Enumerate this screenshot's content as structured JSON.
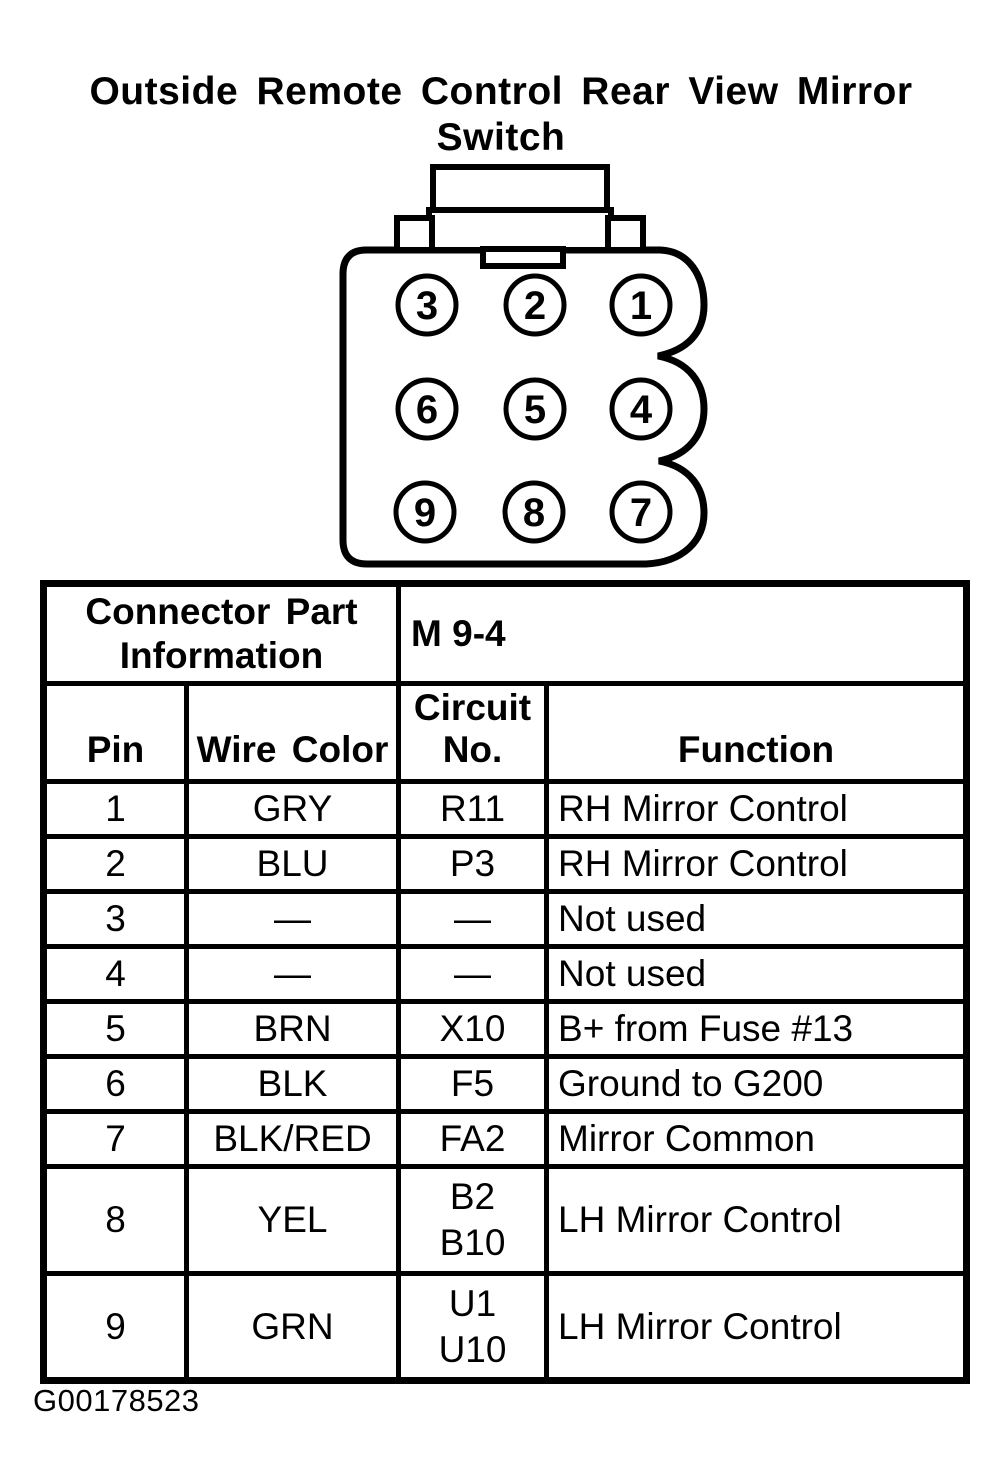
{
  "title": {
    "line1": "Outside Remote Control Rear View Mirror",
    "line2": "Switch"
  },
  "connector": {
    "pins": [
      "3",
      "2",
      "1",
      "6",
      "5",
      "4",
      "9",
      "8",
      "7"
    ]
  },
  "table": {
    "part_info": {
      "line1": "Connector Part",
      "line2": "Information",
      "value": "M 9-4"
    },
    "headers": {
      "pin": "Pin",
      "wire_color": "Wire Color",
      "circuit_line1": "Circuit",
      "circuit_line2": "No.",
      "function": "Function"
    },
    "rows": [
      {
        "pin": "1",
        "wire_color": "GRY",
        "circuits": [
          "R11"
        ],
        "function": "RH Mirror Control"
      },
      {
        "pin": "2",
        "wire_color": "BLU",
        "circuits": [
          "P3"
        ],
        "function": "RH Mirror Control"
      },
      {
        "pin": "3",
        "wire_color": "—",
        "circuits": [
          "—"
        ],
        "function": "Not used"
      },
      {
        "pin": "4",
        "wire_color": "—",
        "circuits": [
          "—"
        ],
        "function": "Not used"
      },
      {
        "pin": "5",
        "wire_color": "BRN",
        "circuits": [
          "X10"
        ],
        "function": "B+ from Fuse #13"
      },
      {
        "pin": "6",
        "wire_color": "BLK",
        "circuits": [
          "F5"
        ],
        "function": "Ground to G200"
      },
      {
        "pin": "7",
        "wire_color": "BLK/RED",
        "circuits": [
          "FA2"
        ],
        "function": "Mirror Common"
      },
      {
        "pin": "8",
        "wire_color": "YEL",
        "circuits": [
          "B2",
          "B10"
        ],
        "function": "LH Mirror Control"
      },
      {
        "pin": "9",
        "wire_color": "GRN",
        "circuits": [
          "U1",
          "U10"
        ],
        "function": "LH Mirror Control"
      }
    ]
  },
  "figure_id": "G00178523"
}
